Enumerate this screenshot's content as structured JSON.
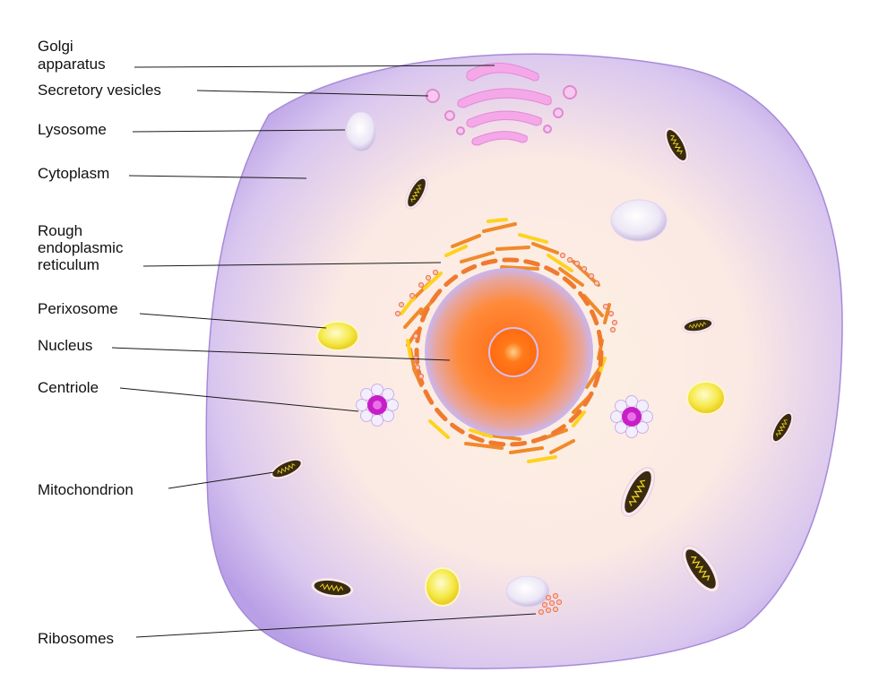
{
  "labels": {
    "golgi": [
      "Golgi",
      "apparatus"
    ],
    "secretory_vesicles": "Secretory vesicles",
    "lysosome": "Lysosome",
    "cytoplasm": "Cytoplasm",
    "rough_er": [
      "Rough",
      "endoplasmic",
      "reticulum"
    ],
    "perixosome": "Perixosome",
    "nucleus": "Nucleus",
    "centriole": "Centriole",
    "mitochondrion": "Mitochondrion",
    "ribosomes": "Ribosomes"
  },
  "colors": {
    "membrane": "#b9a0e6",
    "cytoplasm_center": "#fdf1e2",
    "nucleus_core": "#ff7a1a",
    "nucleus_edge": "#c9b6f0",
    "er_orange": "#f08a2a",
    "er_yellow": "#ffd21e",
    "ribosome": "#f07a5a",
    "golgi": "#f4a8e8",
    "lysosome": "#ece6f5",
    "perixosome": "#f2e63a",
    "centriole": "#c81ec8",
    "mito_dark": "#3a2a10",
    "mito_line": "#e6d21e",
    "leader_line": "#1a1a1a"
  },
  "icons": [
    "cell-membrane",
    "golgi-cisternae",
    "vesicle",
    "lysosome",
    "mitochondrion",
    "rough-er",
    "nucleus",
    "nucleolus",
    "perixosome",
    "centriole",
    "ribosome"
  ]
}
